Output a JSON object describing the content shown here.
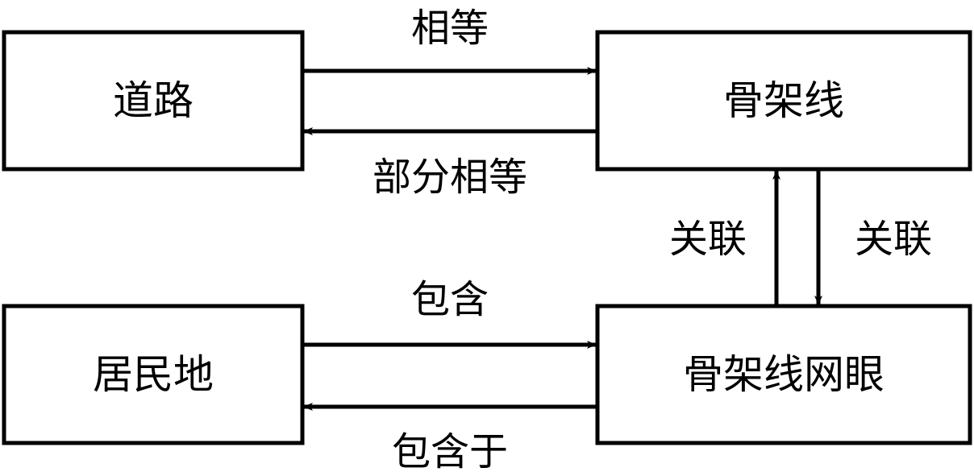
{
  "diagram": {
    "nodes": [
      {
        "id": "road",
        "label": "道路"
      },
      {
        "id": "skeleton",
        "label": "骨架线"
      },
      {
        "id": "residential",
        "label": "居民地"
      },
      {
        "id": "mesh",
        "label": "骨架线网眼"
      }
    ],
    "edges": [
      {
        "id": "road-to-skeleton",
        "from": "road",
        "to": "skeleton",
        "label": "相等"
      },
      {
        "id": "skeleton-to-road",
        "from": "skeleton",
        "to": "road",
        "label": "部分相等"
      },
      {
        "id": "mesh-to-skeleton",
        "from": "mesh",
        "to": "skeleton",
        "label": "关联"
      },
      {
        "id": "skeleton-to-mesh",
        "from": "skeleton",
        "to": "mesh",
        "label": "关联"
      },
      {
        "id": "residential-to-mesh",
        "from": "residential",
        "to": "mesh",
        "label": "包含"
      },
      {
        "id": "mesh-to-residential",
        "from": "mesh",
        "to": "residential",
        "label": "包含于"
      }
    ],
    "colors": {
      "stroke": "#000000",
      "background": "#ffffff",
      "text": "#000000"
    }
  }
}
